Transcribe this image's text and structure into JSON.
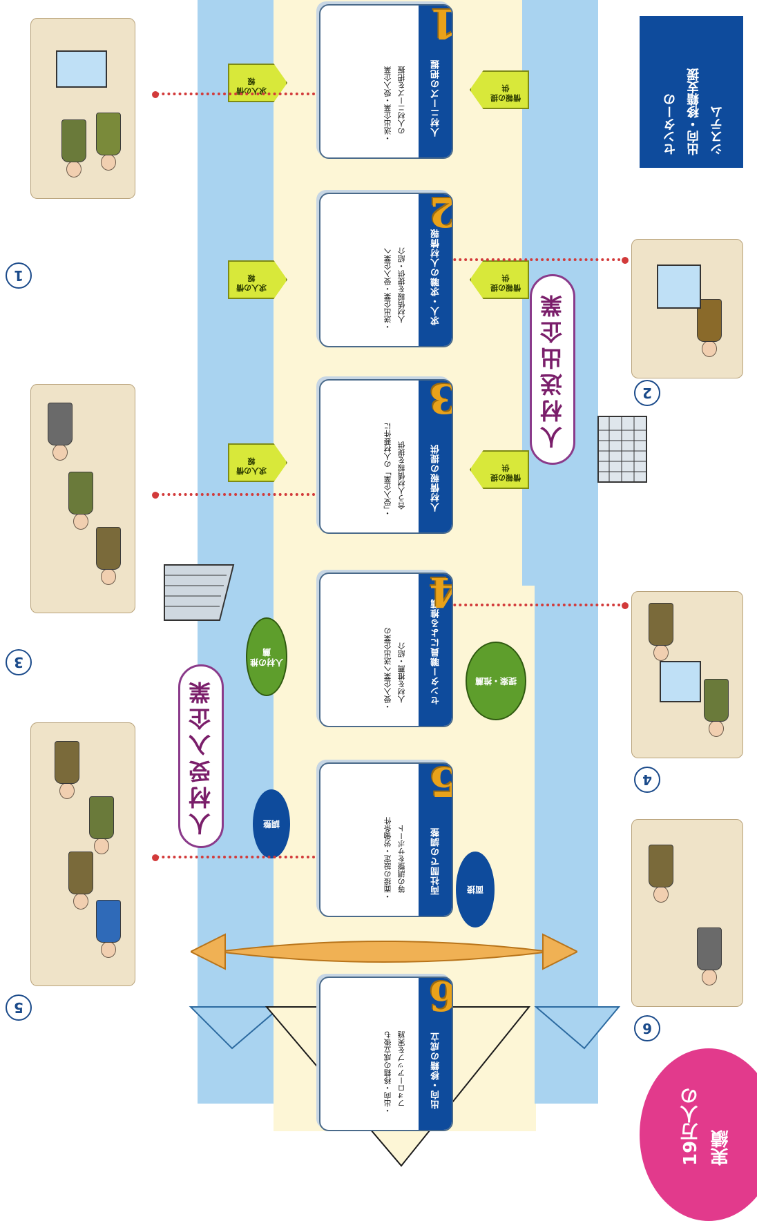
{
  "badge": {
    "line1": "19万人の",
    "line2": "実績",
    "color": "#e23a8c"
  },
  "system_box": {
    "line1": "センターの",
    "line2": "出向・移籍支援",
    "line3": "システム"
  },
  "lanes": {
    "sending": {
      "title": "人材送出企業"
    },
    "receiving": {
      "title": "人材受入企業"
    }
  },
  "steps": [
    {
      "num": "1",
      "title": "人材ニーズの把握",
      "body": [
        "・送出企業・受入企業",
        "　の人材ニーズを把握"
      ]
    },
    {
      "num": "2",
      "title": "求人・求職の人材情報",
      "body": [
        "・送出企業・受入企業へ",
        "　人材情報を提供・紹介"
      ]
    },
    {
      "num": "3",
      "title": "人材情報の提供",
      "body": [
        "・「受入企業」の人材要件に",
        "　合う人材情報を提供"
      ]
    },
    {
      "num": "4",
      "title": "センター職員による推薦",
      "body": [
        "・受入企業へ送出企業の",
        "　人材を推薦・紹介"
      ]
    },
    {
      "num": "5",
      "title": "両社間での調整",
      "body": [
        "・面接の設定・労働条件",
        "　等の調整をサポート"
      ]
    },
    {
      "num": "6",
      "title": "出向・移籍の成立",
      "body": [
        "・出向・移籍の成立後も",
        "　フォローアップを実施"
      ]
    }
  ],
  "tags": {
    "left_1": "情報の提供",
    "left_2": "情報の提供",
    "left_3": "情報の提供",
    "right_1": "求人の情報",
    "right_2": "求人の情報",
    "right_3": "求人の情報"
  },
  "ovals": {
    "blue_top": "面接",
    "blue_mid": "調整",
    "green_left": "提案・推薦",
    "green_right": "人材の推薦"
  },
  "scene_numbers": [
    "1",
    "2",
    "3",
    "4",
    "5",
    "6"
  ]
}
